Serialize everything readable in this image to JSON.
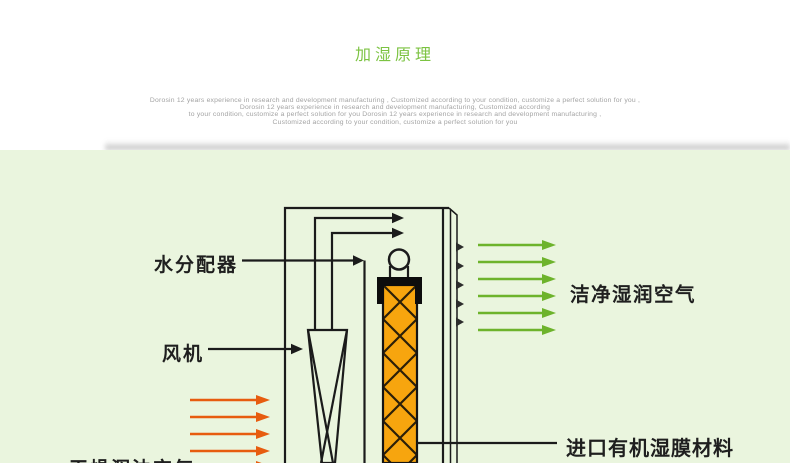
{
  "header": {
    "title": "加湿原理",
    "subtitle_lines": [
      "Dorosin 12 years experience in research and development manufacturing , Customized according to your condition, customize a perfect solution for you ,",
      "Dorosin  12 years experience in research  and development manufacturing, Customized according",
      "to your condition, customize a perfect solution for you Dorosin 12 years experience in research and development manufacturing ,",
      "Customized according to your condition, customize a perfect solution for you"
    ]
  },
  "diagram": {
    "labels": {
      "water_distributor": "水分配器",
      "fan": "风机",
      "clean_moist_air": "洁净湿润空气",
      "wet_film_material": "进口有机湿膜材料",
      "dry_turbid_air": "干燥浑浊空气"
    },
    "green_arrow_count": 6,
    "orange_arrow_count": 5,
    "louver_count": 5
  },
  "colors": {
    "title-green": "#7cc342",
    "subtitle-gray": "#a3a3a3",
    "panel-bg": "#eaf5de",
    "green-arrow": "#6db32b",
    "orange-arrow": "#e75c0f",
    "film-orange": "#f7a50e",
    "hatch-ink": "#2b1f08",
    "line-ink": "#1b1b1b",
    "label-ink": "#1f1f1f"
  }
}
